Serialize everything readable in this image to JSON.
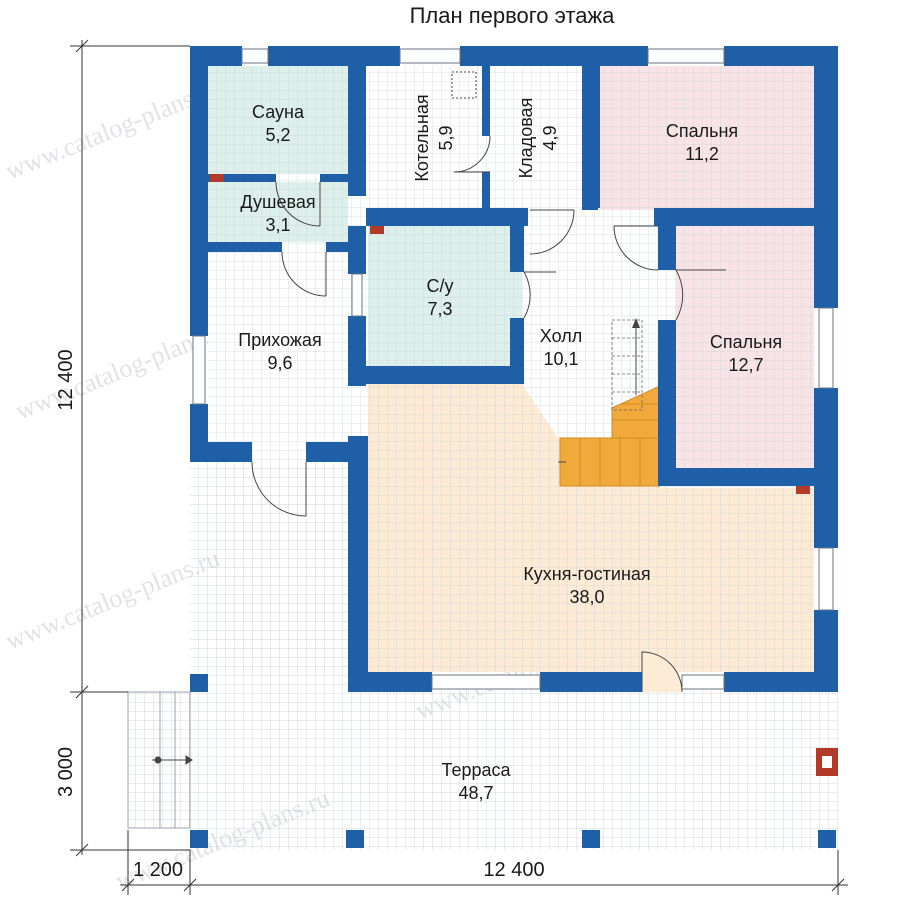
{
  "title": "План первого этажа",
  "watermark": "www.catalog-plans.ru",
  "dimensions": {
    "vertical_main": "12 400",
    "vertical_terrace": "3 000",
    "horizontal_steps": "1 200",
    "horizontal_main": "12 400"
  },
  "rooms": {
    "sauna": {
      "name": "Сауна",
      "area": "5,2"
    },
    "shower": {
      "name": "Душевая",
      "area": "3,1"
    },
    "boiler": {
      "name": "Котельная",
      "area": "5,9"
    },
    "pantry": {
      "name": "Кладовая",
      "area": "4,9"
    },
    "bedroom1": {
      "name": "Спальня",
      "area": "11,2"
    },
    "bedroom2": {
      "name": "Спальня",
      "area": "12,7"
    },
    "wc": {
      "name": "С/у",
      "area": "7,3"
    },
    "hall": {
      "name": "Холл",
      "area": "10,1"
    },
    "entry": {
      "name": "Прихожая",
      "area": "9,6"
    },
    "kitchen": {
      "name": "Кухня-гостиная",
      "area": "38,0"
    },
    "terrace": {
      "name": "Терраса",
      "area": "48,7"
    }
  },
  "colors": {
    "wall": "#1e5fa8",
    "wet_room": "#dcefea",
    "bedroom": "#f8e4e6",
    "kitchen": "#fdebd6",
    "stairs": "#f2a93b",
    "floor": "#ffffff",
    "tile_grid": "#c8d0d8"
  }
}
